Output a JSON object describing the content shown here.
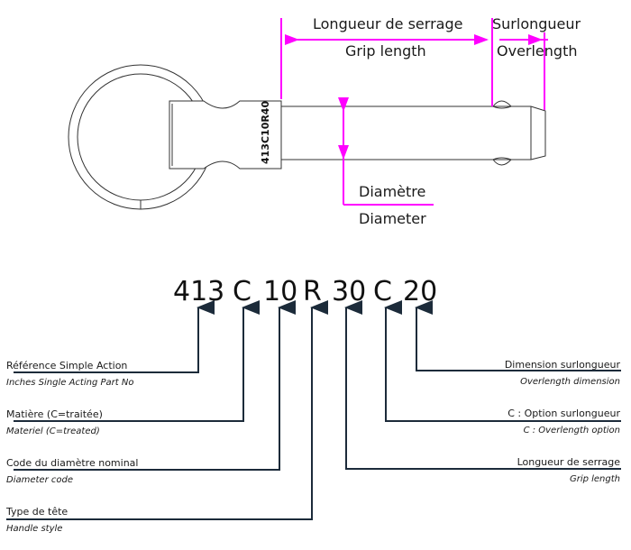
{
  "drawing": {
    "pin_marking": "413C10R40",
    "dimension_labels": {
      "grip_fr": "Longueur de serrage",
      "grip_en": "Grip length",
      "overlength_fr": "Surlongueur",
      "overlength_en": "Overlength",
      "diameter_fr": "Diamètre",
      "diameter_en": "Diameter"
    },
    "colors": {
      "dimension": "#ff00ff",
      "leader": "#1c2b3a",
      "outline": "#333333"
    }
  },
  "part_code": {
    "segments": [
      "413",
      "C",
      "10",
      "R",
      "30",
      "C",
      "20"
    ]
  },
  "legend": {
    "left": [
      {
        "fr": "Référence Simple Action",
        "en": "Inches Single Acting Part No"
      },
      {
        "fr": "Matière (C=traitée)",
        "en": "Materiel (C=treated)"
      },
      {
        "fr": "Code du diamètre nominal",
        "en": "Diameter code"
      },
      {
        "fr": "Type de tête",
        "en": "Handle style"
      }
    ],
    "right": [
      {
        "fr": "Dimension surlongueur",
        "en": "Overlength dimension"
      },
      {
        "fr": "C : Option surlongueur",
        "en": "C : Overlength option"
      },
      {
        "fr": "Longueur de serrage",
        "en": "Grip length"
      }
    ]
  }
}
